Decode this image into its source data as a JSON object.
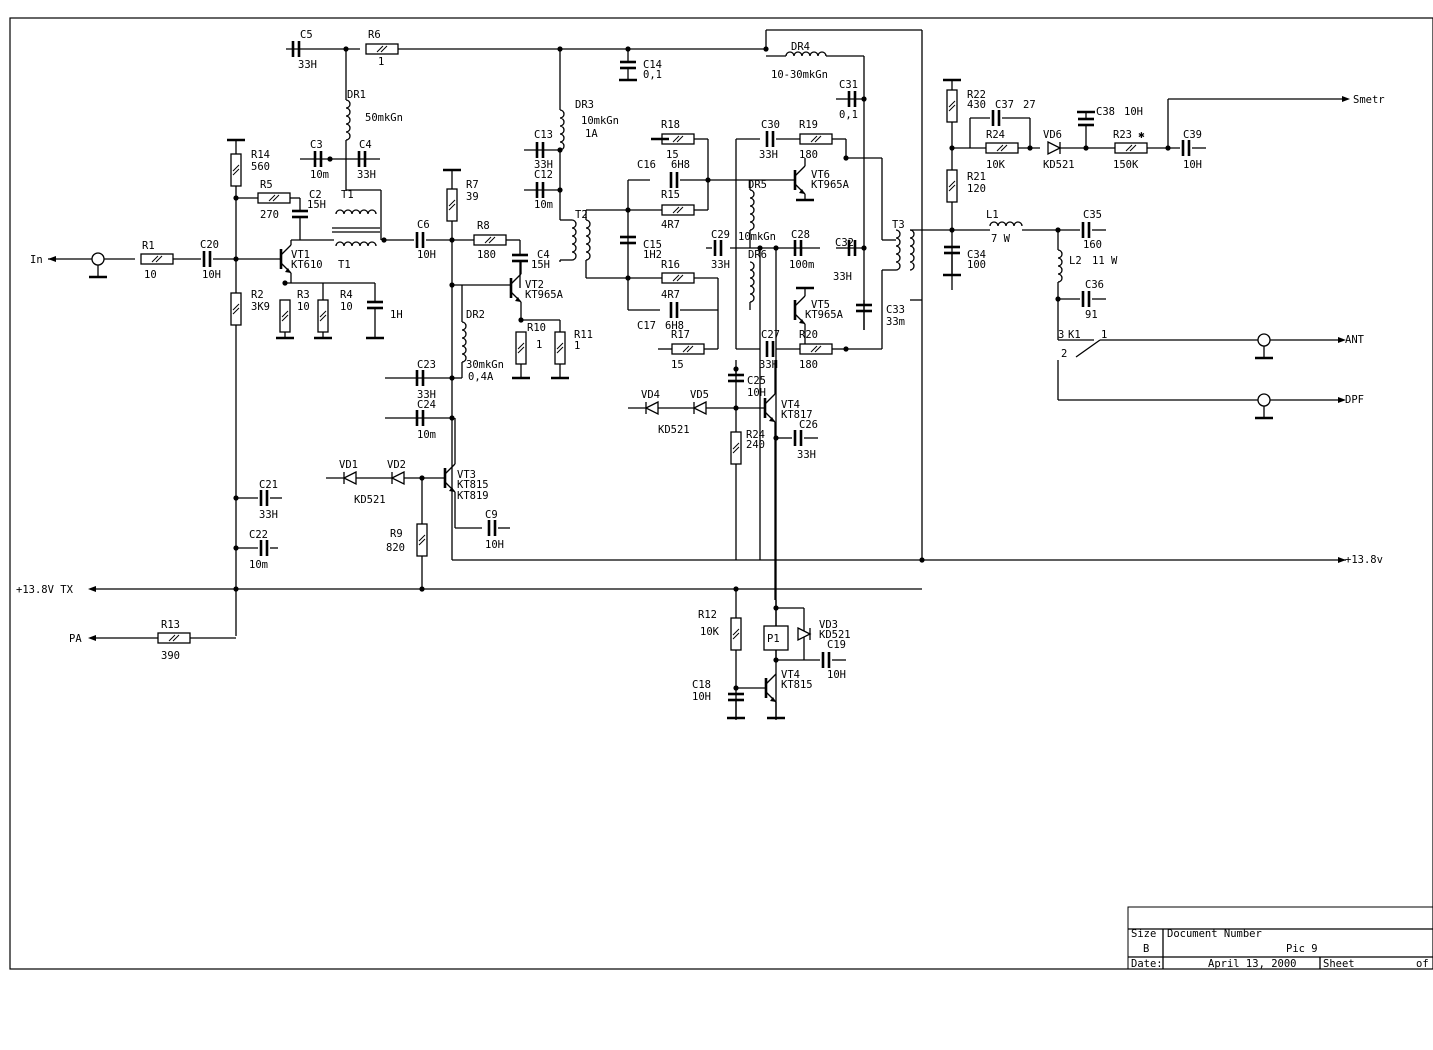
{
  "ports": {
    "in": "In",
    "tx": "+13.8V TX",
    "pa": "PA",
    "smetr": "Smetr",
    "ant": "ANT",
    "dpf": "DPF",
    "v138": "+13.8v"
  },
  "resistors": [
    {
      "ref": "R1",
      "val": "10"
    },
    {
      "ref": "R2",
      "val": "3K9"
    },
    {
      "ref": "R3",
      "val": "10"
    },
    {
      "ref": "R4",
      "val": "10"
    },
    {
      "ref": "R5",
      "val": "270"
    },
    {
      "ref": "R6",
      "val": "1"
    },
    {
      "ref": "R7",
      "val": "39"
    },
    {
      "ref": "R8",
      "val": "180"
    },
    {
      "ref": "R9",
      "val": "820"
    },
    {
      "ref": "R10",
      "val": "1"
    },
    {
      "ref": "R11",
      "val": "1"
    },
    {
      "ref": "R12",
      "val": "10K"
    },
    {
      "ref": "R13",
      "val": "390"
    },
    {
      "ref": "R14",
      "val": "560"
    },
    {
      "ref": "R15",
      "val": "4R7"
    },
    {
      "ref": "R16",
      "val": "4R7"
    },
    {
      "ref": "R17",
      "val": "15"
    },
    {
      "ref": "R18",
      "val": "15"
    },
    {
      "ref": "R19",
      "val": "180"
    },
    {
      "ref": "R20",
      "val": "180"
    },
    {
      "ref": "R21",
      "val": "120"
    },
    {
      "ref": "R22",
      "val": "430"
    },
    {
      "ref": "R23 ✱",
      "val": "150K"
    },
    {
      "ref": "R24",
      "val": "10K"
    },
    {
      "ref": "R24",
      "val": "240"
    }
  ],
  "capacitors": [
    {
      "ref": "C2",
      "val": "15H"
    },
    {
      "ref": "C3",
      "val": "10m"
    },
    {
      "ref": "C4",
      "val": "33H"
    },
    {
      "ref": "C4",
      "val": "15H"
    },
    {
      "ref": "C5",
      "val": "33H"
    },
    {
      "ref": "C6",
      "val": "10H"
    },
    {
      "ref": "C9",
      "val": "10H"
    },
    {
      "ref": "C12",
      "val": "10m"
    },
    {
      "ref": "C13",
      "val": "33H"
    },
    {
      "ref": "C14",
      "val": "0,1"
    },
    {
      "ref": "C15",
      "val": "1H2"
    },
    {
      "ref": "C16",
      "val": "6H8"
    },
    {
      "ref": "C17",
      "val": "6H8"
    },
    {
      "ref": "C18",
      "val": "10H"
    },
    {
      "ref": "C19",
      "val": "10H"
    },
    {
      "ref": "C20",
      "val": "10H"
    },
    {
      "ref": "C21",
      "val": "33H"
    },
    {
      "ref": "C22",
      "val": "10m"
    },
    {
      "ref": "C23",
      "val": "33H"
    },
    {
      "ref": "C24",
      "val": "10m"
    },
    {
      "ref": "C25",
      "val": "10H"
    },
    {
      "ref": "C26",
      "val": "33H"
    },
    {
      "ref": "C27",
      "val": "33H"
    },
    {
      "ref": "C28",
      "val": "100m"
    },
    {
      "ref": "C29",
      "val": "33H"
    },
    {
      "ref": "C30",
      "val": "33H"
    },
    {
      "ref": "C31",
      "val": "0,1"
    },
    {
      "ref": "C32",
      "val": "33H"
    },
    {
      "ref": "C33",
      "val": "33m"
    },
    {
      "ref": "C34",
      "val": "100"
    },
    {
      "ref": "C35",
      "val": "160"
    },
    {
      "ref": "C36",
      "val": "91"
    },
    {
      "ref": "C37",
      "val": "27"
    },
    {
      "ref": "C38",
      "val": "10H"
    },
    {
      "ref": "C39",
      "val": "10H"
    }
  ],
  "c_unlabeled": "1H",
  "transistors": [
    {
      "ref": "VT1",
      "type": "KT610"
    },
    {
      "ref": "VT2",
      "type": "KT965A"
    },
    {
      "ref": "VT3",
      "type": "KT815",
      "alt": "KT819"
    },
    {
      "ref": "VT4",
      "type": "KT817"
    },
    {
      "ref": "VT4",
      "type": "KT815"
    },
    {
      "ref": "VT5",
      "type": "KT965A"
    },
    {
      "ref": "VT6",
      "type": "KT965A"
    }
  ],
  "diodes": [
    {
      "ref": "VD1"
    },
    {
      "ref": "VD2"
    },
    {
      "ref": "VD3",
      "type": "KD521"
    },
    {
      "ref": "VD4"
    },
    {
      "ref": "VD5"
    },
    {
      "ref": "VD6",
      "type": "KD521"
    }
  ],
  "diode_pair_labels": [
    "KD521",
    "KD521"
  ],
  "inductors": [
    {
      "ref": "DR1",
      "val": "50mkGn"
    },
    {
      "ref": "DR2",
      "val": "30mkGn",
      "extra": "0,4A"
    },
    {
      "ref": "DR3",
      "val": "10mkGn",
      "extra": "1A"
    },
    {
      "ref": "DR4",
      "val": "10-30mkGn"
    },
    {
      "ref": "DR5",
      "val": ""
    },
    {
      "ref": "DR6",
      "val": "10mkGn"
    },
    {
      "ref": "L1",
      "val": "7 W"
    },
    {
      "ref": "L2",
      "val": "11 W"
    }
  ],
  "transformers": [
    "T1",
    "T1",
    "T2",
    "T3"
  ],
  "relay": {
    "ref": "P1",
    "contact": "K1",
    "pins": [
      "3",
      "1",
      "2"
    ]
  },
  "title_block": {
    "size_label": "Size",
    "size": "B",
    "docnum_label": "Document Number",
    "docnum": "Pic 9",
    "date_label": "Date:",
    "date": "April 13, 2000",
    "sheet_label": "Sheet",
    "of_label": "of"
  }
}
